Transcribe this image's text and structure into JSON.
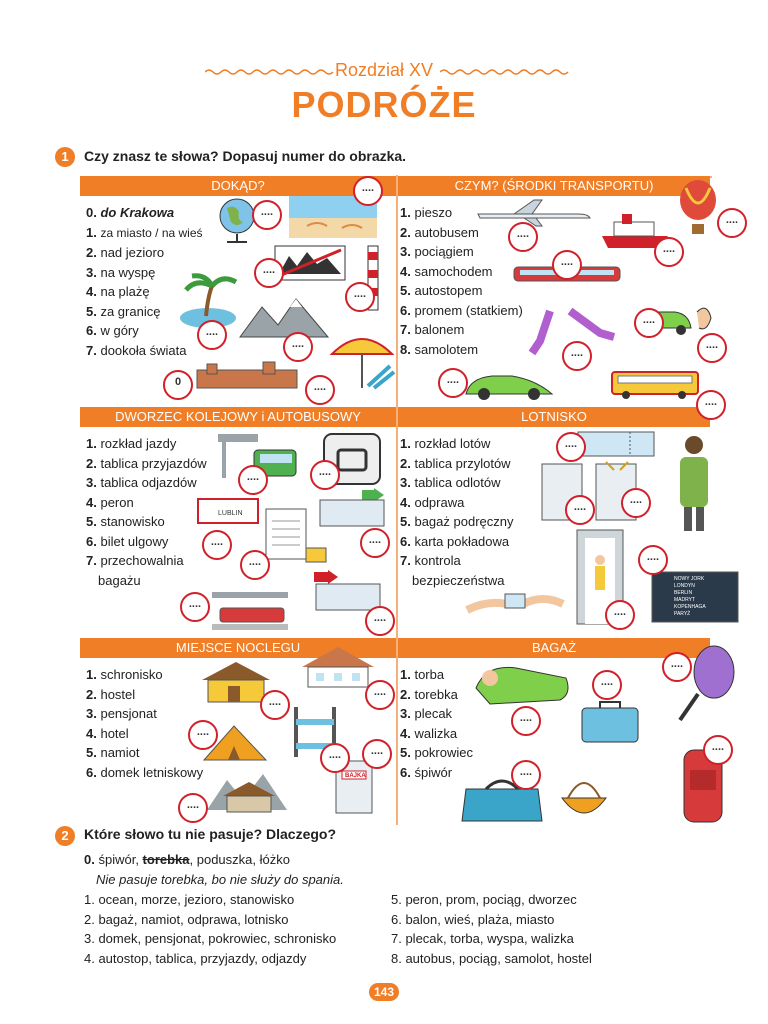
{
  "header": {
    "chapter": "Rozdział XV",
    "title": "PODRÓŻE"
  },
  "exercise1": {
    "number": "1",
    "instruction": "Czy znasz te słowa? Dopasuj numer do obrazka.",
    "panels": {
      "dokad": {
        "title": "DOKĄD?",
        "items": [
          {
            "num": "0.",
            "text": "do Krakowa"
          },
          {
            "num": "1.",
            "text": "za miasto / na wieś"
          },
          {
            "num": "2.",
            "text": "nad jezioro"
          },
          {
            "num": "3.",
            "text": "na wyspę"
          },
          {
            "num": "4.",
            "text": "na plażę"
          },
          {
            "num": "5.",
            "text": "za granicę"
          },
          {
            "num": "6.",
            "text": "w góry"
          },
          {
            "num": "7.",
            "text": "dookoła świata"
          }
        ]
      },
      "czym": {
        "title": "CZYM? (ŚRODKI TRANSPORTU)",
        "items": [
          {
            "num": "1.",
            "text": "pieszo"
          },
          {
            "num": "2.",
            "text": "autobusem"
          },
          {
            "num": "3.",
            "text": "pociągiem"
          },
          {
            "num": "4.",
            "text": "samochodem"
          },
          {
            "num": "5.",
            "text": "autostopem"
          },
          {
            "num": "6.",
            "text": "promem (statkiem)"
          },
          {
            "num": "7.",
            "text": "balonem"
          },
          {
            "num": "8.",
            "text": "samolotem"
          }
        ]
      },
      "dworzec": {
        "title": "DWORZEC KOLEJOWY i AUTOBUSOWY",
        "items": [
          {
            "num": "1.",
            "text": "rozkład jazdy"
          },
          {
            "num": "2.",
            "text": "tablica przyjazdów"
          },
          {
            "num": "3.",
            "text": "tablica odjazdów"
          },
          {
            "num": "4.",
            "text": "peron"
          },
          {
            "num": "5.",
            "text": "stanowisko"
          },
          {
            "num": "6.",
            "text": "bilet ulgowy"
          },
          {
            "num": "7.",
            "text": "przechowalnia"
          }
        ],
        "item7_line2": "bagażu"
      },
      "lotnisko": {
        "title": "LOTNISKO",
        "items": [
          {
            "num": "1.",
            "text": "rozkład lotów"
          },
          {
            "num": "2.",
            "text": "tablica przylotów"
          },
          {
            "num": "3.",
            "text": "tablica odlotów"
          },
          {
            "num": "4.",
            "text": "odprawa"
          },
          {
            "num": "5.",
            "text": "bagaż podręczny"
          },
          {
            "num": "6.",
            "text": "karta pokładowa"
          },
          {
            "num": "7.",
            "text": "kontrola"
          }
        ],
        "item7_line2": "bezpieczeństwa"
      },
      "nocleg": {
        "title": "MIEJSCE NOCLEGU",
        "items": [
          {
            "num": "1.",
            "text": "schronisko"
          },
          {
            "num": "2.",
            "text": "hostel"
          },
          {
            "num": "3.",
            "text": "pensjonat"
          },
          {
            "num": "4.",
            "text": "hotel"
          },
          {
            "num": "5.",
            "text": "namiot"
          },
          {
            "num": "6.",
            "text": "domek letniskowy"
          }
        ]
      },
      "bagaz": {
        "title": "BAGAŻ",
        "items": [
          {
            "num": "1.",
            "text": "torba"
          },
          {
            "num": "2.",
            "text": "torebka"
          },
          {
            "num": "3.",
            "text": "plecak"
          },
          {
            "num": "4.",
            "text": "walizka"
          },
          {
            "num": "5.",
            "text": "pokrowiec"
          },
          {
            "num": "6.",
            "text": "śpiwór"
          }
        ]
      }
    },
    "badge_blank": "....",
    "badge_example": "0",
    "sign_text": "LUBLIN",
    "hotel_sign": "BAJKA",
    "flight_board": [
      "NOWY JORK",
      "LONDYN",
      "BERLIN",
      "MADRYT",
      "KOPENHAGA",
      "PARYŻ"
    ]
  },
  "exercise2": {
    "number": "2",
    "instruction": "Które słowo tu nie pasuje? Dlaczego?",
    "example": {
      "num": "0.",
      "pre": "śpiwór, ",
      "struck": "torebka",
      "post": ", poduszka, łóżko",
      "note": "Nie pasuje torebka, bo nie służy do spania."
    },
    "left": [
      "1. ocean, morze, jezioro, stanowisko",
      "2. bagaż, namiot, odprawa, lotnisko",
      "3. domek, pensjonat, pokrowiec, schronisko",
      "4. autostop, tablica, przyjazdy, odjazdy"
    ],
    "right": [
      "5. peron, prom, pociąg, dworzec",
      "6. balon, wieś, plaża, miasto",
      "7. plecak, torba, wyspa, walizka",
      "8. autobus, pociąg, samolot, hostel"
    ]
  },
  "page_number": "143",
  "colors": {
    "accent": "#f07e26",
    "badge_border": "#d0202a",
    "divider": "#f5b07a"
  }
}
